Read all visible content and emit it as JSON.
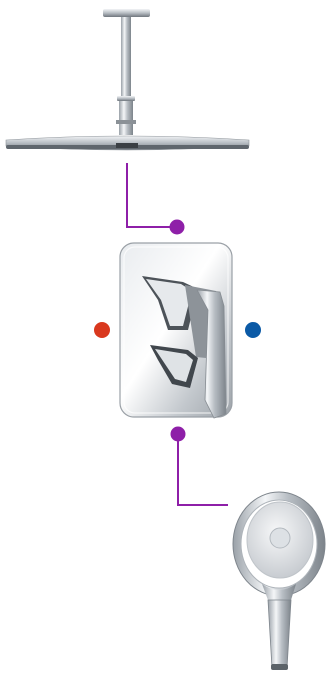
{
  "diagram": {
    "components": [
      {
        "id": "ceiling-rain-shower-head",
        "icon": "rain-shower-head"
      },
      {
        "id": "concealed-diverter-mixer",
        "icon": "wall-mixer-valve"
      },
      {
        "id": "hand-shower",
        "icon": "hand-shower-head"
      }
    ],
    "connections": [
      {
        "from": "concealed-diverter-mixer",
        "to": "ceiling-rain-shower-head"
      },
      {
        "from": "concealed-diverter-mixer",
        "to": "hand-shower"
      }
    ],
    "inlets": [
      {
        "id": "hot-water-inlet",
        "color": "#d9381e"
      },
      {
        "id": "cold-water-inlet",
        "color": "#0b5aa6"
      }
    ],
    "colors": {
      "outlet_connection": "#8e1fa8",
      "hot": "#d9381e",
      "cold": "#0b5aa6",
      "chrome": "#c9ced3"
    }
  }
}
